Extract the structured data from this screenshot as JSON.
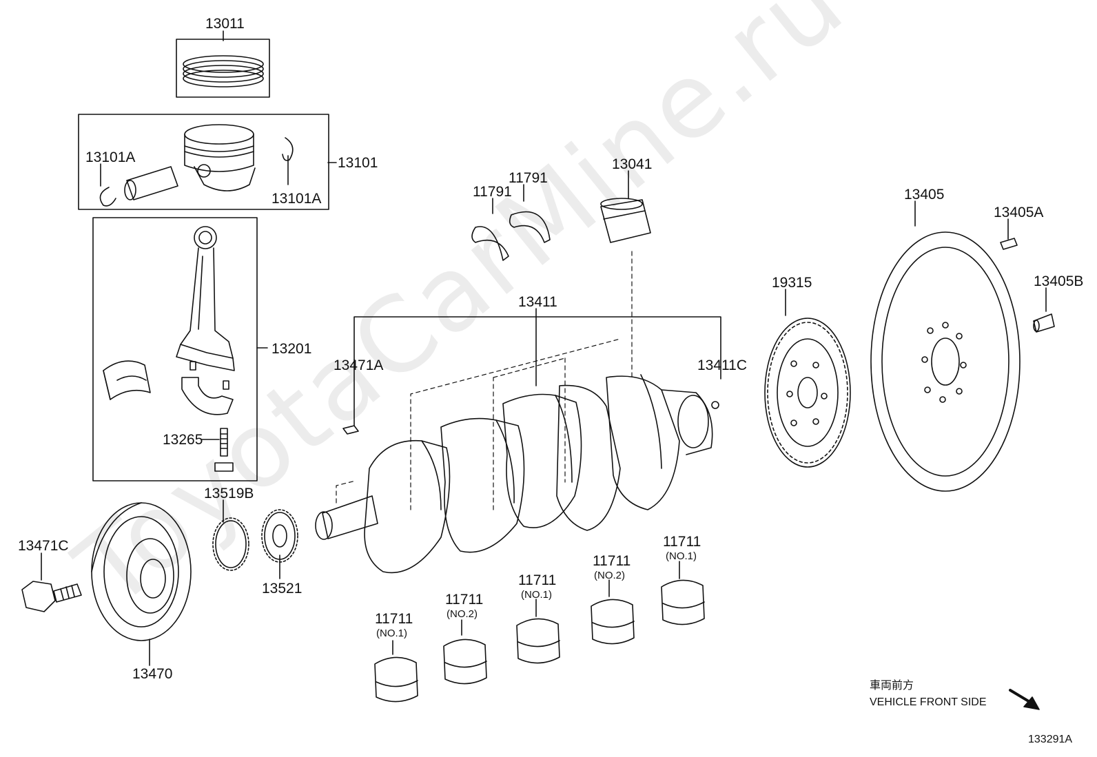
{
  "watermark": "ToyotaCarMine.ru",
  "labels": {
    "p13011": "13011",
    "p13101": "13101",
    "p13101A_left": "13101A",
    "p13101A_right": "13101A",
    "p13201": "13201",
    "p13265": "13265",
    "p11791_a": "11791",
    "p11791_b": "11791",
    "p13041": "13041",
    "p13411": "13411",
    "p13471A": "13471A",
    "p13411C": "13411C",
    "p19315": "19315",
    "p13405": "13405",
    "p13405A": "13405A",
    "p13405B": "13405B",
    "p13519B": "13519B",
    "p13521": "13521",
    "p13471C": "13471C",
    "p13470": "13470",
    "b1_num": "11711",
    "b1_sub": "(NO.1)",
    "b2_num": "11711",
    "b2_sub": "(NO.2)",
    "b3_num": "11711",
    "b3_sub": "(NO.1)",
    "b4_num": "11711",
    "b4_sub": "(NO.2)",
    "b5_num": "11711",
    "b5_sub": "(NO.1)"
  },
  "direction": {
    "jp": "車両前方",
    "en": "VEHICLE FRONT SIDE"
  },
  "diagram_code": "133291A"
}
